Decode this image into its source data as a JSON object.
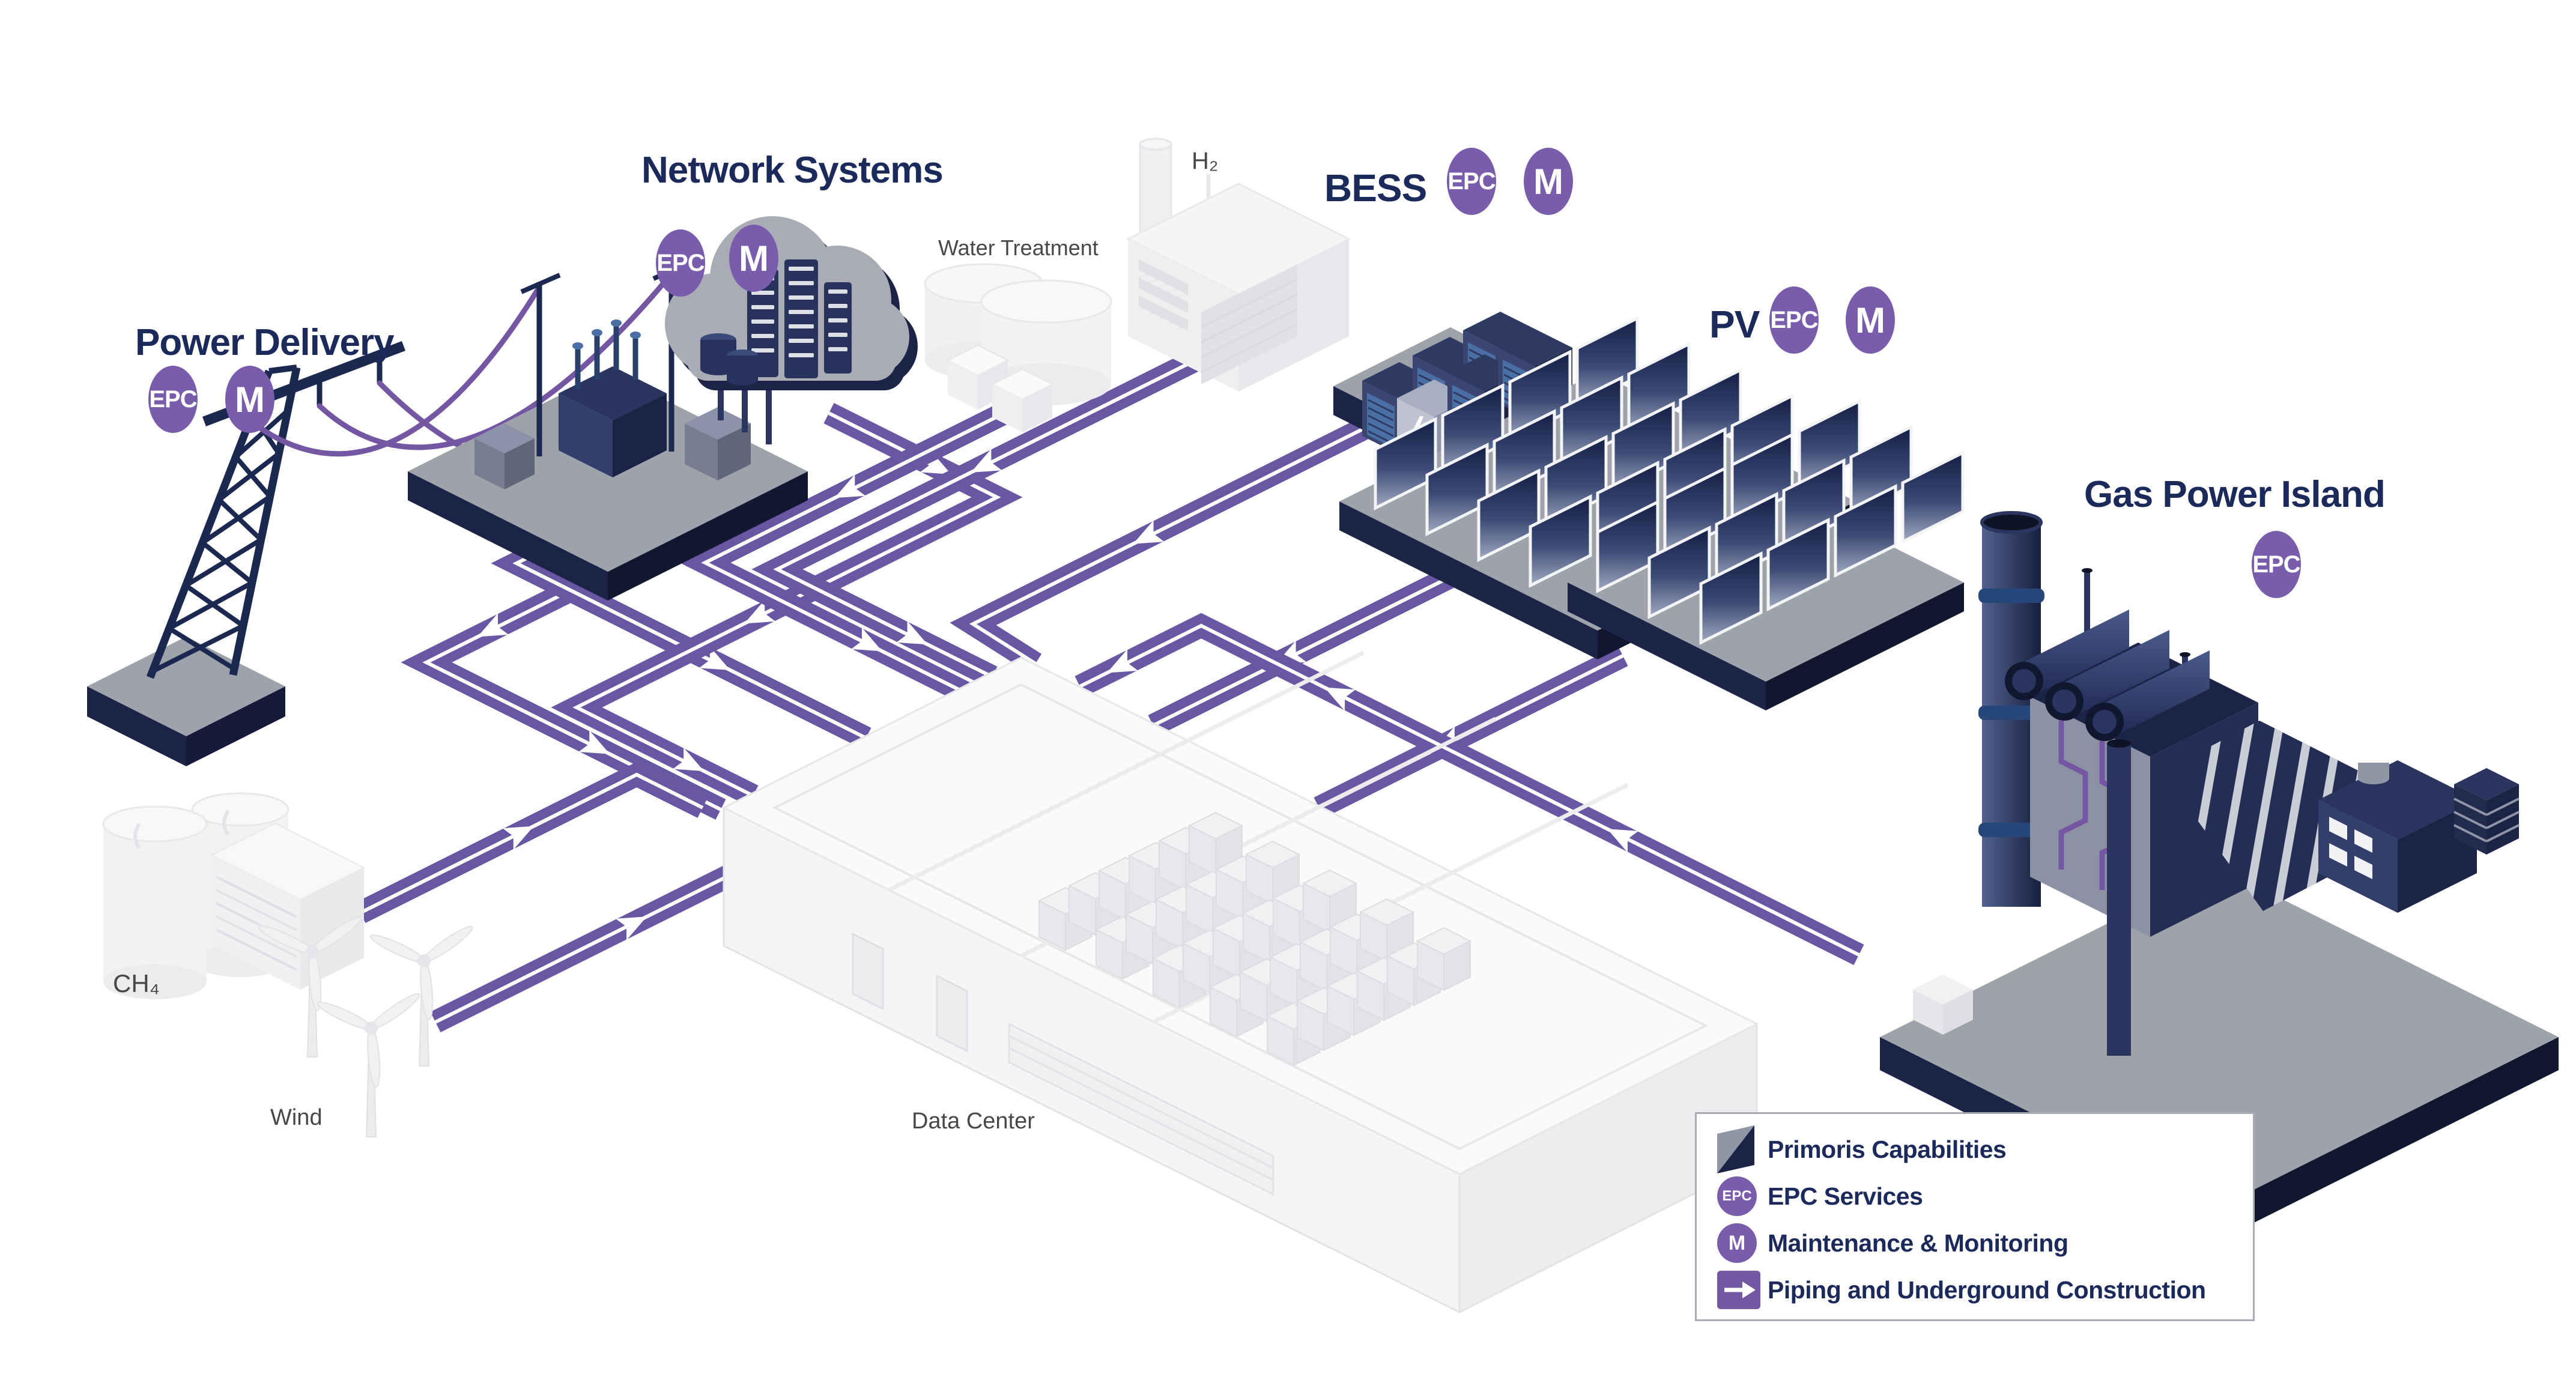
{
  "colors": {
    "navy": "#1B2347",
    "mid_navy": "#2A3560",
    "steel": "#8C93A8",
    "platform_gray": "#9EA2AB",
    "pipe_purple": "#6A57A3",
    "wire_purple": "#7456A3",
    "badge_purple": "#7A5CAD",
    "title_navy": "#1B2A5A",
    "label_gray": "#474747",
    "light_building": "#F2F2F4"
  },
  "titles": {
    "power_delivery": "Power Delivery",
    "network_systems": "Network Systems",
    "bess": "BESS",
    "pv": "PV",
    "gas_power_island": "Gas Power Island"
  },
  "labels": {
    "water_treatment": "Water Treatment",
    "h2": "H₂",
    "data_center": "Data Center",
    "ch4": "CH₄",
    "wind": "Wind"
  },
  "badges": {
    "epc": "EPC",
    "m": "M"
  },
  "facility_badges": {
    "power_delivery": [
      "EPC",
      "M"
    ],
    "network_systems": [
      "EPC",
      "M"
    ],
    "bess": [
      "EPC",
      "M"
    ],
    "pv": [
      "EPC",
      "M"
    ],
    "gas_power_island": [
      "EPC"
    ]
  },
  "legend": {
    "items": [
      {
        "icon": "primoris-swatch",
        "label": "Primoris Capabilities"
      },
      {
        "icon": "epc-badge",
        "badge": "EPC",
        "label": "EPC Services"
      },
      {
        "icon": "m-badge",
        "badge": "M",
        "label": "Maintenance & Monitoring"
      },
      {
        "icon": "pipe-arrow",
        "label": "Piping and Underground Construction"
      }
    ]
  },
  "connections": [
    {
      "from": "power_delivery",
      "to": "data_center"
    },
    {
      "from": "power_delivery",
      "to": "data_center"
    },
    {
      "from": "network_systems",
      "to": "data_center"
    },
    {
      "from": "water_treatment",
      "to": "data_center"
    },
    {
      "from": "h2",
      "to": "data_center"
    },
    {
      "from": "bess",
      "to": "data_center"
    },
    {
      "from": "pv",
      "to": "data_center"
    },
    {
      "from": "pv",
      "to": "data_center"
    },
    {
      "from": "gas_power_island",
      "to": "data_center"
    },
    {
      "from": "ch4",
      "to": "data_center"
    },
    {
      "from": "wind",
      "to": "data_center"
    }
  ]
}
